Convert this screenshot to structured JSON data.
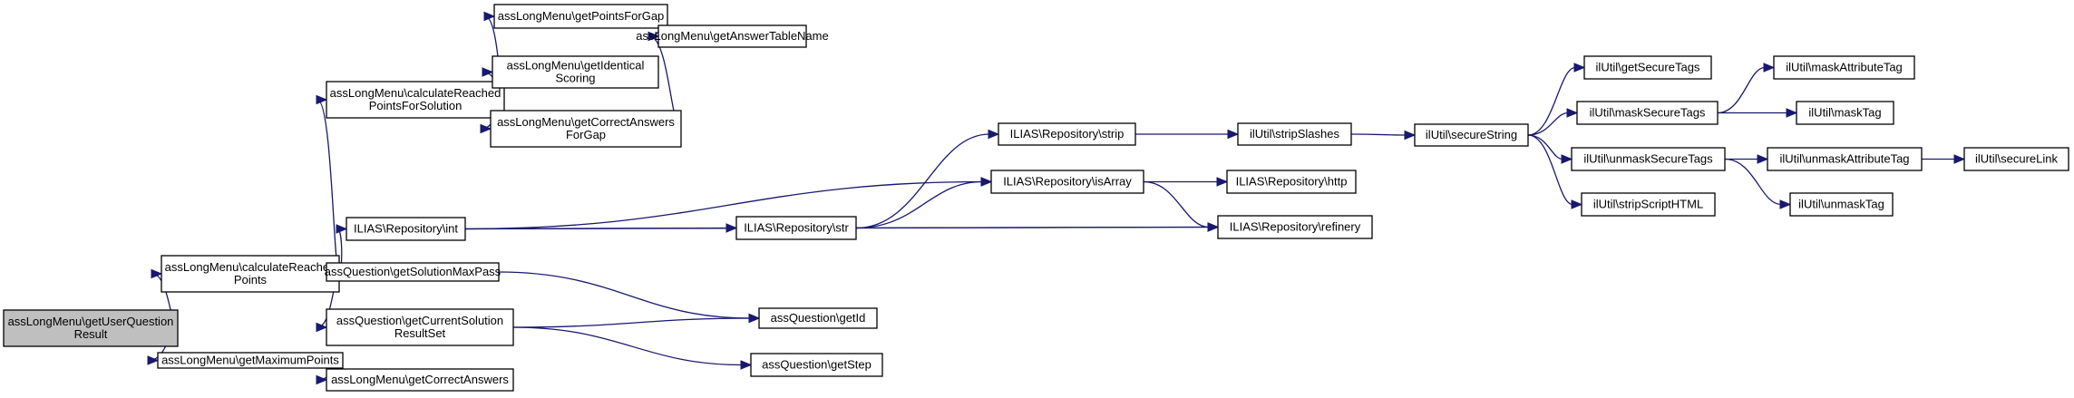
{
  "diagram": {
    "type": "call-graph",
    "colors": {
      "edge": "#191970",
      "root_fill": "#bfbfbf",
      "node_fill": "#ffffff",
      "border": "#000000"
    },
    "nodes": [
      {
        "id": "n0",
        "lines": [
          "assLongMenu\\getUserQuestion",
          "Result"
        ],
        "root": true
      },
      {
        "id": "n1",
        "lines": [
          "assLongMenu\\calculateReached",
          "Points"
        ]
      },
      {
        "id": "n2",
        "lines": [
          "assLongMenu\\getMaximumPoints"
        ]
      },
      {
        "id": "n3",
        "lines": [
          "assLongMenu\\calculateReached",
          "PointsForSolution"
        ]
      },
      {
        "id": "n4",
        "lines": [
          "ILIAS\\Repository\\int"
        ]
      },
      {
        "id": "n5",
        "lines": [
          "assQuestion\\getSolutionMaxPass"
        ]
      },
      {
        "id": "n6",
        "lines": [
          "assQuestion\\getCurrentSolution",
          "ResultSet"
        ]
      },
      {
        "id": "n7",
        "lines": [
          "assLongMenu\\getCorrectAnswers"
        ]
      },
      {
        "id": "n8",
        "lines": [
          "assLongMenu\\getPointsForGap"
        ]
      },
      {
        "id": "n9",
        "lines": [
          "assLongMenu\\getIdentical",
          "Scoring"
        ]
      },
      {
        "id": "n10",
        "lines": [
          "assLongMenu\\getCorrectAnswers",
          "ForGap"
        ]
      },
      {
        "id": "n11",
        "lines": [
          "assLongMenu\\getAnswerTableName"
        ]
      },
      {
        "id": "n12",
        "lines": [
          "ILIAS\\Repository\\str"
        ]
      },
      {
        "id": "n13",
        "lines": [
          "assQuestion\\getId"
        ]
      },
      {
        "id": "n14",
        "lines": [
          "assQuestion\\getStep"
        ]
      },
      {
        "id": "n15",
        "lines": [
          "ILIAS\\Repository\\strip"
        ]
      },
      {
        "id": "n16",
        "lines": [
          "ILIAS\\Repository\\isArray"
        ]
      },
      {
        "id": "n17",
        "lines": [
          "ILIAS\\Repository\\refinery"
        ]
      },
      {
        "id": "n18",
        "lines": [
          "ILIAS\\Repository\\http"
        ]
      },
      {
        "id": "n19",
        "lines": [
          "ilUtil\\stripSlashes"
        ]
      },
      {
        "id": "n20",
        "lines": [
          "ilUtil\\secureString"
        ]
      },
      {
        "id": "n21",
        "lines": [
          "ilUtil\\getSecureTags"
        ]
      },
      {
        "id": "n22",
        "lines": [
          "ilUtil\\maskSecureTags"
        ]
      },
      {
        "id": "n23",
        "lines": [
          "ilUtil\\unmaskSecureTags"
        ]
      },
      {
        "id": "n24",
        "lines": [
          "ilUtil\\stripScriptHTML"
        ]
      },
      {
        "id": "n25",
        "lines": [
          "ilUtil\\maskAttributeTag"
        ]
      },
      {
        "id": "n26",
        "lines": [
          "ilUtil\\maskTag"
        ]
      },
      {
        "id": "n27",
        "lines": [
          "ilUtil\\unmaskAttributeTag"
        ]
      },
      {
        "id": "n28",
        "lines": [
          "ilUtil\\unmaskTag"
        ]
      },
      {
        "id": "n29",
        "lines": [
          "ilUtil\\secureLink"
        ]
      }
    ],
    "edges": [
      [
        "n0",
        "n1"
      ],
      [
        "n0",
        "n2"
      ],
      [
        "n1",
        "n3"
      ],
      [
        "n1",
        "n4"
      ],
      [
        "n1",
        "n5"
      ],
      [
        "n1",
        "n6"
      ],
      [
        "n2",
        "n7"
      ],
      [
        "n3",
        "n8"
      ],
      [
        "n3",
        "n9"
      ],
      [
        "n3",
        "n10"
      ],
      [
        "n8",
        "n11"
      ],
      [
        "n10",
        "n11"
      ],
      [
        "n4",
        "n12"
      ],
      [
        "n4",
        "n16"
      ],
      [
        "n4",
        "n17"
      ],
      [
        "n12",
        "n15"
      ],
      [
        "n12",
        "n16"
      ],
      [
        "n12",
        "n17"
      ],
      [
        "n5",
        "n13"
      ],
      [
        "n6",
        "n13"
      ],
      [
        "n6",
        "n14"
      ],
      [
        "n15",
        "n19"
      ],
      [
        "n16",
        "n18"
      ],
      [
        "n16",
        "n17"
      ],
      [
        "n19",
        "n20"
      ],
      [
        "n20",
        "n21"
      ],
      [
        "n20",
        "n22"
      ],
      [
        "n20",
        "n23"
      ],
      [
        "n20",
        "n24"
      ],
      [
        "n22",
        "n25"
      ],
      [
        "n22",
        "n26"
      ],
      [
        "n23",
        "n27"
      ],
      [
        "n23",
        "n28"
      ],
      [
        "n27",
        "n29"
      ]
    ]
  }
}
